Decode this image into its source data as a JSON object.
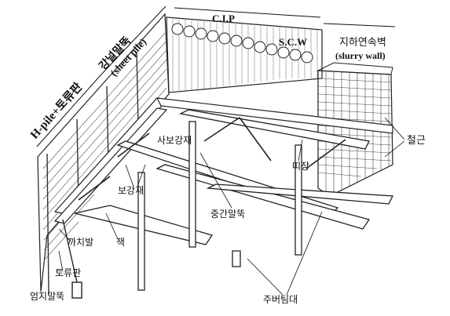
{
  "diagram": {
    "headers": {
      "hpile_label": "H-pile+토류판",
      "sheetpile_kr": "강널말뚝",
      "sheetpile_en": "(sheet pile)",
      "cip": "C.I.P",
      "scw": "S.C.W",
      "slurry_kr": "지하연속벽",
      "slurry_en": "(slurry wall)"
    },
    "callouts": {
      "diagonal_brace": "사보강재",
      "rebar": "철근",
      "wale": "띠장",
      "brace": "보강재",
      "intermediate_pile": "중간말뚝",
      "knee_brace": "까치발",
      "jack": "잭",
      "lagging": "토류판",
      "soldier_pile": "엄지말뚝",
      "strut": "주버팀대"
    },
    "colors": {
      "line": "#222222",
      "background": "#ffffff"
    }
  }
}
